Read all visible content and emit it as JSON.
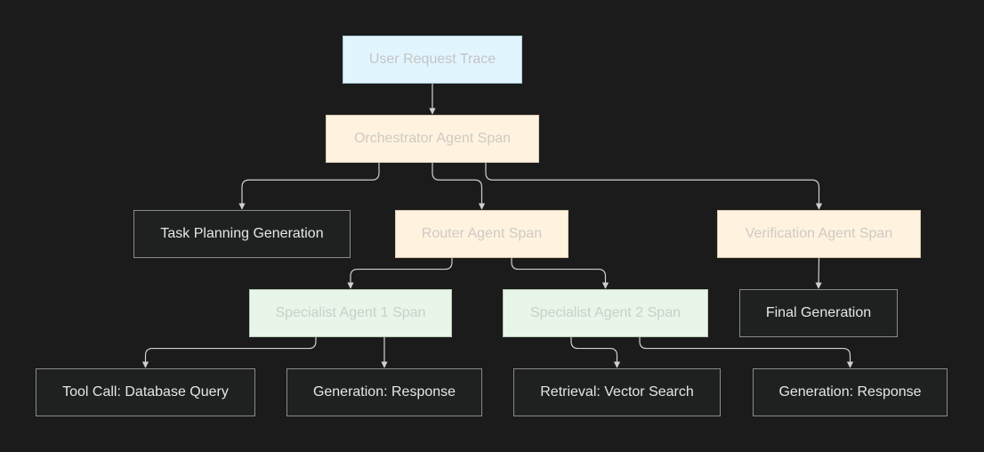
{
  "diagram": {
    "nodes": {
      "user_request": "User Request Trace",
      "orchestrator": "Orchestrator Agent Span",
      "task_planning": "Task Planning Generation",
      "router": "Router Agent Span",
      "verification": "Verification Agent Span",
      "specialist1": "Specialist Agent 1 Span",
      "specialist2": "Specialist Agent 2 Span",
      "final_generation": "Final Generation",
      "tool_call": "Tool Call: Database Query",
      "generation_response_1": "Generation: Response",
      "retrieval": "Retrieval: Vector Search",
      "generation_response_2": "Generation: Response"
    },
    "edges": [
      [
        "user_request",
        "orchestrator"
      ],
      [
        "orchestrator",
        "task_planning"
      ],
      [
        "orchestrator",
        "router"
      ],
      [
        "orchestrator",
        "verification"
      ],
      [
        "router",
        "specialist1"
      ],
      [
        "router",
        "specialist2"
      ],
      [
        "verification",
        "final_generation"
      ],
      [
        "specialist1",
        "tool_call"
      ],
      [
        "specialist1",
        "generation_response_1"
      ],
      [
        "specialist2",
        "retrieval"
      ],
      [
        "specialist2",
        "generation_response_2"
      ]
    ],
    "colors": {
      "background": "#1b1b1b",
      "trace_fill": "#e1f5fe",
      "span_fill": "#fff3e0",
      "specialist_fill": "#e8f5e9",
      "generation_fill": "#1f2020",
      "edge": "#d0d0d0"
    }
  }
}
